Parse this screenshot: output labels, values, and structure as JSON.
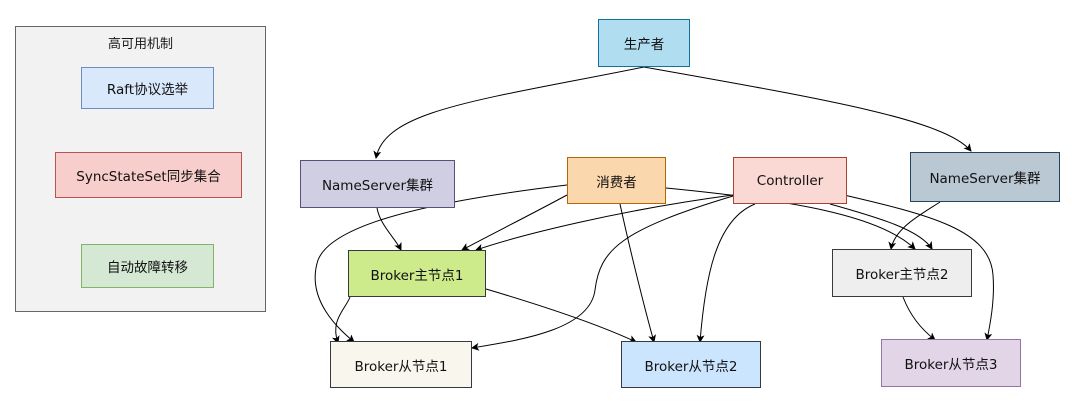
{
  "panel": {
    "title": "高可用机制",
    "items": [
      {
        "label": "Raft协议选举",
        "fill": "#dae8fc",
        "stroke": "#6c8ebf"
      },
      {
        "label": "SyncStateSet同步集合",
        "fill": "#f8cecc",
        "stroke": "#b85450"
      },
      {
        "label": "自动故障转移",
        "fill": "#d5e8d4",
        "stroke": "#82b366"
      }
    ]
  },
  "nodes": {
    "producer": {
      "label": "生产者",
      "fill": "#b1ddf0",
      "stroke": "#10739e"
    },
    "nameserver1": {
      "label": "NameServer集群",
      "fill": "#d0cee2",
      "stroke": "#56517e"
    },
    "consumer": {
      "label": "消费者",
      "fill": "#fad7ac",
      "stroke": "#b46504"
    },
    "controller": {
      "label": "Controller",
      "fill": "#fad9d5",
      "stroke": "#ae4132"
    },
    "nameserver2": {
      "label": "NameServer集群",
      "fill": "#bac8d3",
      "stroke": "#23445d"
    },
    "broker_master1": {
      "label": "Broker主节点1",
      "fill": "#cdeb8b",
      "stroke": "#36393d"
    },
    "broker_master2": {
      "label": "Broker主节点2",
      "fill": "#eeeeee",
      "stroke": "#36393d"
    },
    "broker_slave1": {
      "label": "Broker从节点1",
      "fill": "#f9f7ed",
      "stroke": "#36393d"
    },
    "broker_slave2": {
      "label": "Broker从节点2",
      "fill": "#cce5ff",
      "stroke": "#36393d"
    },
    "broker_slave3": {
      "label": "Broker从节点3",
      "fill": "#e1d5e7",
      "stroke": "#9673a6"
    }
  }
}
